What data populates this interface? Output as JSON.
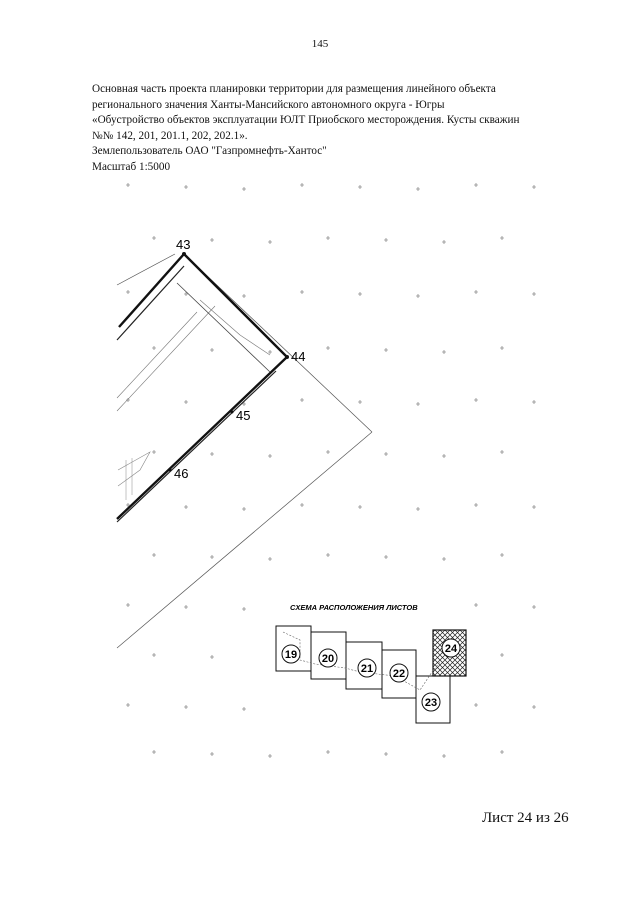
{
  "page_number": "145",
  "header": {
    "line1": "Основная часть проекта планировки территории для размещения линейного объекта",
    "line2": "регионального значения Ханты-Мансийского автономного округа - Югры",
    "line3": "«Обустройство объектов эксплуатации ЮЛТ Приобского месторождения. Кусты скважин",
    "line4": "№№ 142, 201, 201.1, 202, 202.1».",
    "landowner": "Землепользователь ОАО \"Газпромнефть-Хантос\"",
    "scale": "Масштаб 1:5000"
  },
  "map": {
    "points": [
      "43",
      "44",
      "45",
      "46"
    ]
  },
  "scheme": {
    "title": "СХЕМА РАСПОЛОЖЕНИЯ ЛИСТОВ",
    "sheets": [
      "19",
      "20",
      "21",
      "22",
      "23",
      "24"
    ],
    "current_sheet": "24"
  },
  "footer": {
    "sheet_label": "Лист 24 из 26"
  }
}
